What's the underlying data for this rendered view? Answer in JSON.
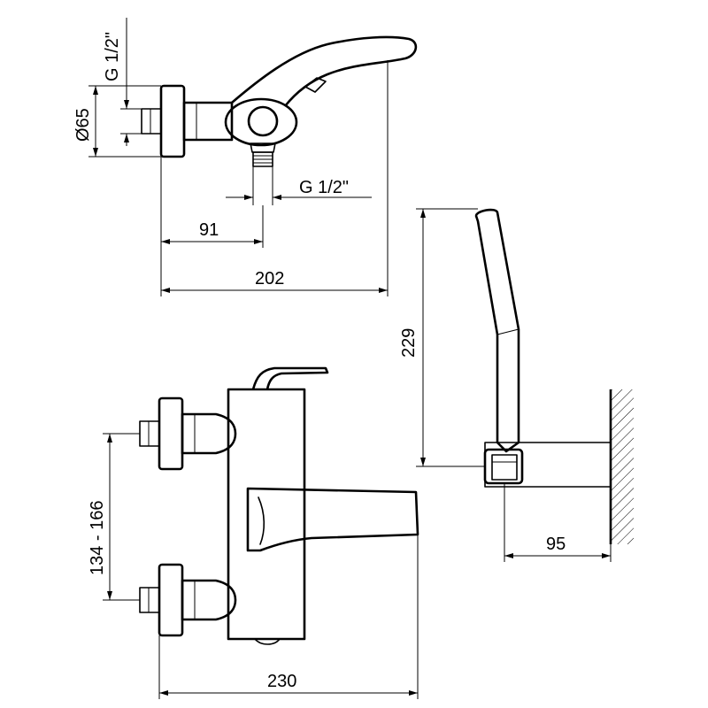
{
  "labels": {
    "inlet_thread_top": "G 1/2\"",
    "outlet_thread": "G 1/2\"",
    "diameter": "Ø65",
    "dim_91": "91",
    "dim_202": "202",
    "dim_229": "229",
    "dim_centers": "134 - 166",
    "dim_230": "230",
    "dim_95": "95"
  }
}
